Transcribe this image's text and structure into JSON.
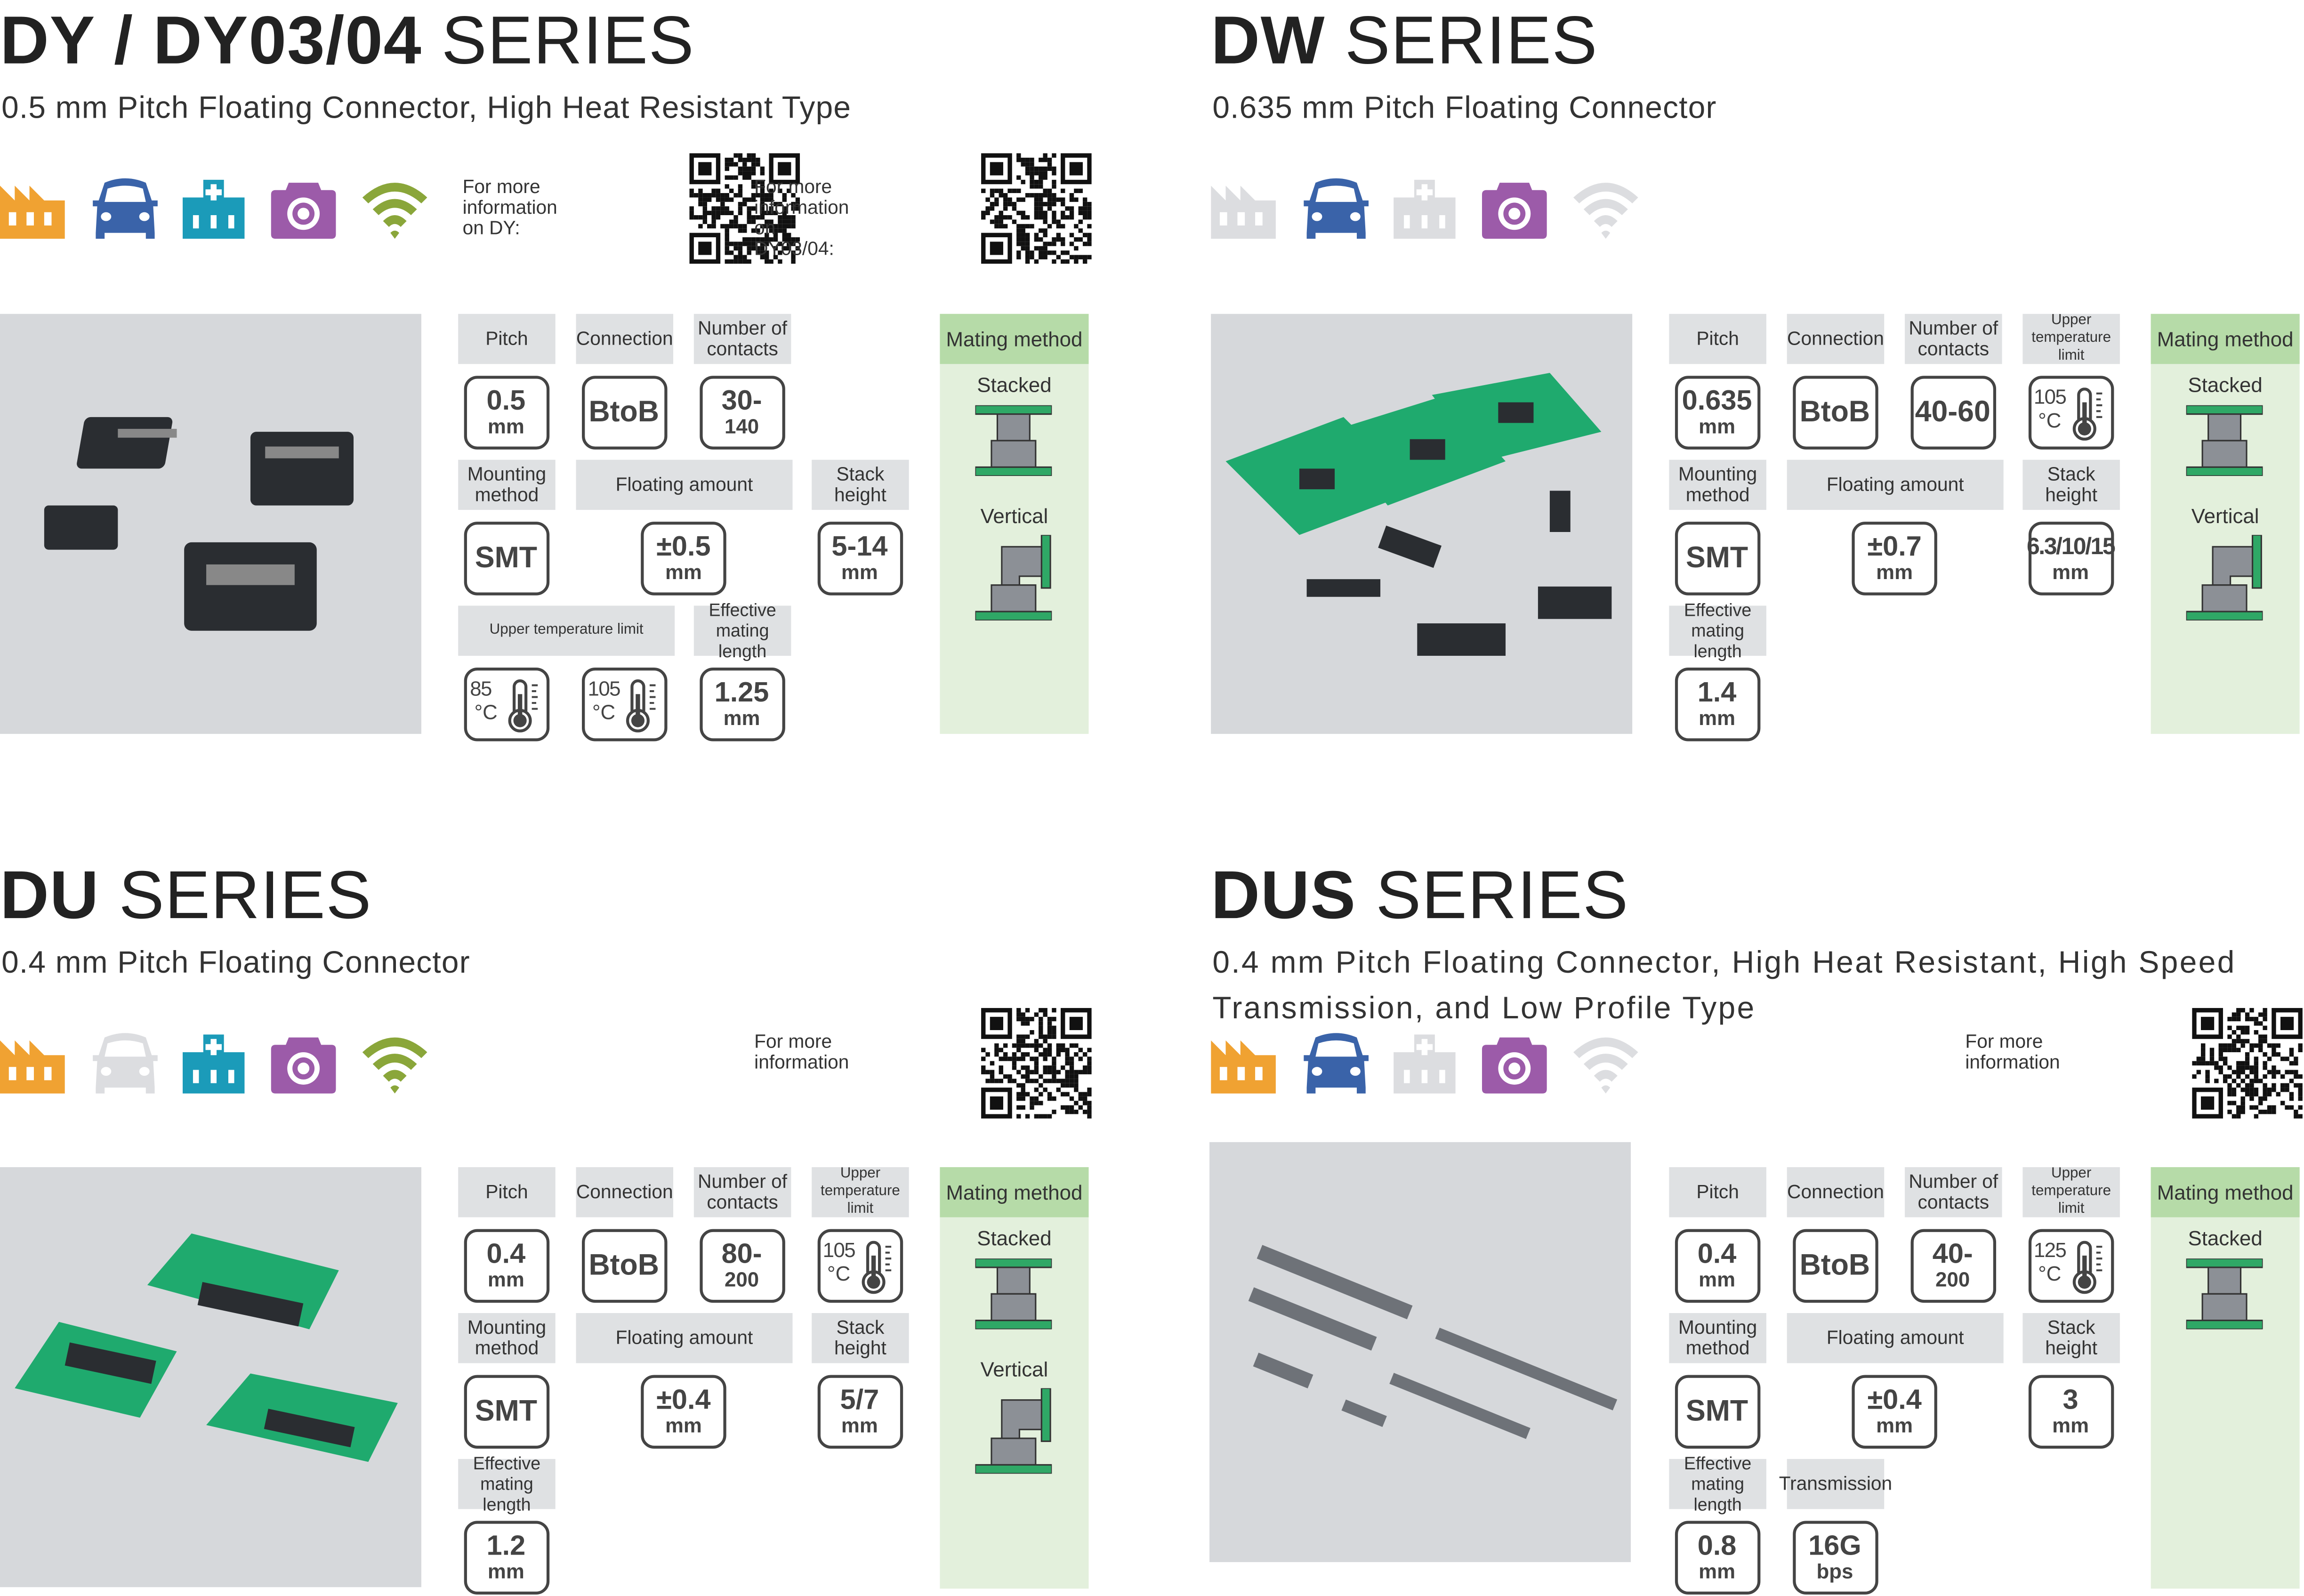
{
  "icon_colors": {
    "factory-icon": "#f0a232",
    "car-icon": "#3a63a9",
    "medical-icon": "#1b9bb9",
    "camera-icon": "#9c5ba9",
    "wifi-icon": "#8aa63a",
    "inactive": "#dcdde0"
  },
  "accent": {
    "mating_header": "#b6dba8",
    "mating_body": "#e3f0dc",
    "board": "#2fa866",
    "label_bg": "#dfe1e3"
  },
  "panels": [
    {
      "series_bold": "DY / DY03/04",
      "series_suffix": " SERIES",
      "subtitle": "0.5 mm Pitch Floating Connector, High Heat Resistant Type",
      "industry_icons": [
        {
          "icon": "factory-icon",
          "active": true
        },
        {
          "icon": "car-icon",
          "active": true
        },
        {
          "icon": "medical-icon",
          "active": true
        },
        {
          "icon": "camera-icon",
          "active": true
        },
        {
          "icon": "wifi-icon",
          "active": true
        }
      ],
      "qr_codes": [
        {
          "label": "For more information on DY:"
        },
        {
          "label": "For more information on DY03/04:"
        }
      ],
      "specs": [
        {
          "label": "Pitch",
          "values": [
            {
              "main": "0.5",
              "unit": "mm"
            }
          ]
        },
        {
          "label": "Connection",
          "values": [
            {
              "main": "BtoB"
            }
          ]
        },
        {
          "label": "Number of contacts",
          "values": [
            {
              "main": "30-",
              "unit": "140"
            }
          ]
        },
        {
          "label": "Mounting method",
          "values": [
            {
              "main": "SMT"
            }
          ]
        },
        {
          "label": "Floating amount",
          "values": [
            {
              "main": "±0.5",
              "unit": "mm"
            }
          ]
        },
        {
          "label": "Stack height",
          "values": [
            {
              "main": "5-14",
              "unit": "mm"
            }
          ]
        },
        {
          "label": "Upper temperature limit",
          "values": [
            {
              "temp": "85",
              "unit": "°C"
            },
            {
              "temp": "105",
              "unit": "°C"
            }
          ]
        },
        {
          "label": "Effective mating length",
          "values": [
            {
              "main": "1.25",
              "unit": "mm"
            }
          ]
        }
      ],
      "mating": {
        "header": "Mating method",
        "methods": [
          "Stacked",
          "Vertical"
        ]
      }
    },
    {
      "series_bold": "DW",
      "series_suffix": " SERIES",
      "subtitle": "0.635 mm Pitch Floating Connector",
      "industry_icons": [
        {
          "icon": "factory-icon",
          "active": false
        },
        {
          "icon": "car-icon",
          "active": true
        },
        {
          "icon": "medical-icon",
          "active": false
        },
        {
          "icon": "camera-icon",
          "active": true
        },
        {
          "icon": "wifi-icon",
          "active": false
        }
      ],
      "qr_codes": [],
      "specs": [
        {
          "label": "Pitch",
          "values": [
            {
              "main": "0.635",
              "unit": "mm"
            }
          ]
        },
        {
          "label": "Connection",
          "values": [
            {
              "main": "BtoB"
            }
          ]
        },
        {
          "label": "Number of contacts",
          "values": [
            {
              "main": "40-60"
            }
          ]
        },
        {
          "label": "Upper temperature limit",
          "values": [
            {
              "temp": "105",
              "unit": "°C"
            }
          ]
        },
        {
          "label": "Mounting method",
          "values": [
            {
              "main": "SMT"
            }
          ]
        },
        {
          "label": "Floating amount",
          "values": [
            {
              "main": "±0.7",
              "unit": "mm"
            }
          ]
        },
        {
          "label": "Stack height",
          "values": [
            {
              "main": "6.3/10/15",
              "unit": "mm"
            }
          ]
        },
        {
          "label": "Effective mating length",
          "values": [
            {
              "main": "1.4",
              "unit": "mm"
            }
          ]
        }
      ],
      "mating": {
        "header": "Mating method",
        "methods": [
          "Stacked",
          "Vertical"
        ]
      }
    },
    {
      "series_bold": "DU",
      "series_suffix": " SERIES",
      "subtitle": "0.4 mm Pitch Floating Connector",
      "industry_icons": [
        {
          "icon": "factory-icon",
          "active": true
        },
        {
          "icon": "car-icon",
          "active": false
        },
        {
          "icon": "medical-icon",
          "active": true
        },
        {
          "icon": "camera-icon",
          "active": true
        },
        {
          "icon": "wifi-icon",
          "active": true
        }
      ],
      "qr_codes": [
        {
          "label": "For more information"
        }
      ],
      "specs": [
        {
          "label": "Pitch",
          "values": [
            {
              "main": "0.4",
              "unit": "mm"
            }
          ]
        },
        {
          "label": "Connection",
          "values": [
            {
              "main": "BtoB"
            }
          ]
        },
        {
          "label": "Number of contacts",
          "values": [
            {
              "main": "80-",
              "unit": "200"
            }
          ]
        },
        {
          "label": "Upper temperature limit",
          "values": [
            {
              "temp": "105",
              "unit": "°C"
            }
          ]
        },
        {
          "label": "Mounting method",
          "values": [
            {
              "main": "SMT"
            }
          ]
        },
        {
          "label": "Floating amount",
          "values": [
            {
              "main": "±0.4",
              "unit": "mm"
            }
          ]
        },
        {
          "label": "Stack height",
          "values": [
            {
              "main": "5/7",
              "unit": "mm"
            }
          ]
        },
        {
          "label": "Effective mating length",
          "values": [
            {
              "main": "1.2",
              "unit": "mm"
            }
          ]
        }
      ],
      "mating": {
        "header": "Mating method",
        "methods": [
          "Stacked",
          "Vertical"
        ]
      }
    },
    {
      "series_bold": "DUS",
      "series_suffix": " SERIES",
      "subtitle": "0.4 mm Pitch Floating Connector, High Heat Resistant, High Speed Transmission, and Low Profile Type",
      "industry_icons": [
        {
          "icon": "factory-icon",
          "active": true
        },
        {
          "icon": "car-icon",
          "active": true
        },
        {
          "icon": "medical-icon",
          "active": false
        },
        {
          "icon": "camera-icon",
          "active": true
        },
        {
          "icon": "wifi-icon",
          "active": false
        }
      ],
      "qr_codes": [
        {
          "label": "For more information"
        }
      ],
      "specs": [
        {
          "label": "Pitch",
          "values": [
            {
              "main": "0.4",
              "unit": "mm"
            }
          ]
        },
        {
          "label": "Connection",
          "values": [
            {
              "main": "BtoB"
            }
          ]
        },
        {
          "label": "Number of contacts",
          "values": [
            {
              "main": "40-",
              "unit": "200"
            }
          ]
        },
        {
          "label": "Upper temperature limit",
          "values": [
            {
              "temp": "125",
              "unit": "°C"
            }
          ]
        },
        {
          "label": "Mounting method",
          "values": [
            {
              "main": "SMT"
            }
          ]
        },
        {
          "label": "Floating amount",
          "values": [
            {
              "main": "±0.4",
              "unit": "mm"
            }
          ]
        },
        {
          "label": "Stack height",
          "values": [
            {
              "main": "3",
              "unit": "mm"
            }
          ]
        },
        {
          "label": "Effective mating length",
          "values": [
            {
              "main": "0.8",
              "unit": "mm"
            }
          ]
        },
        {
          "label": "Transmission",
          "values": [
            {
              "main": "16G",
              "unit": "bps"
            }
          ]
        }
      ],
      "mating": {
        "header": "Mating method",
        "methods": [
          "Stacked"
        ]
      }
    }
  ]
}
